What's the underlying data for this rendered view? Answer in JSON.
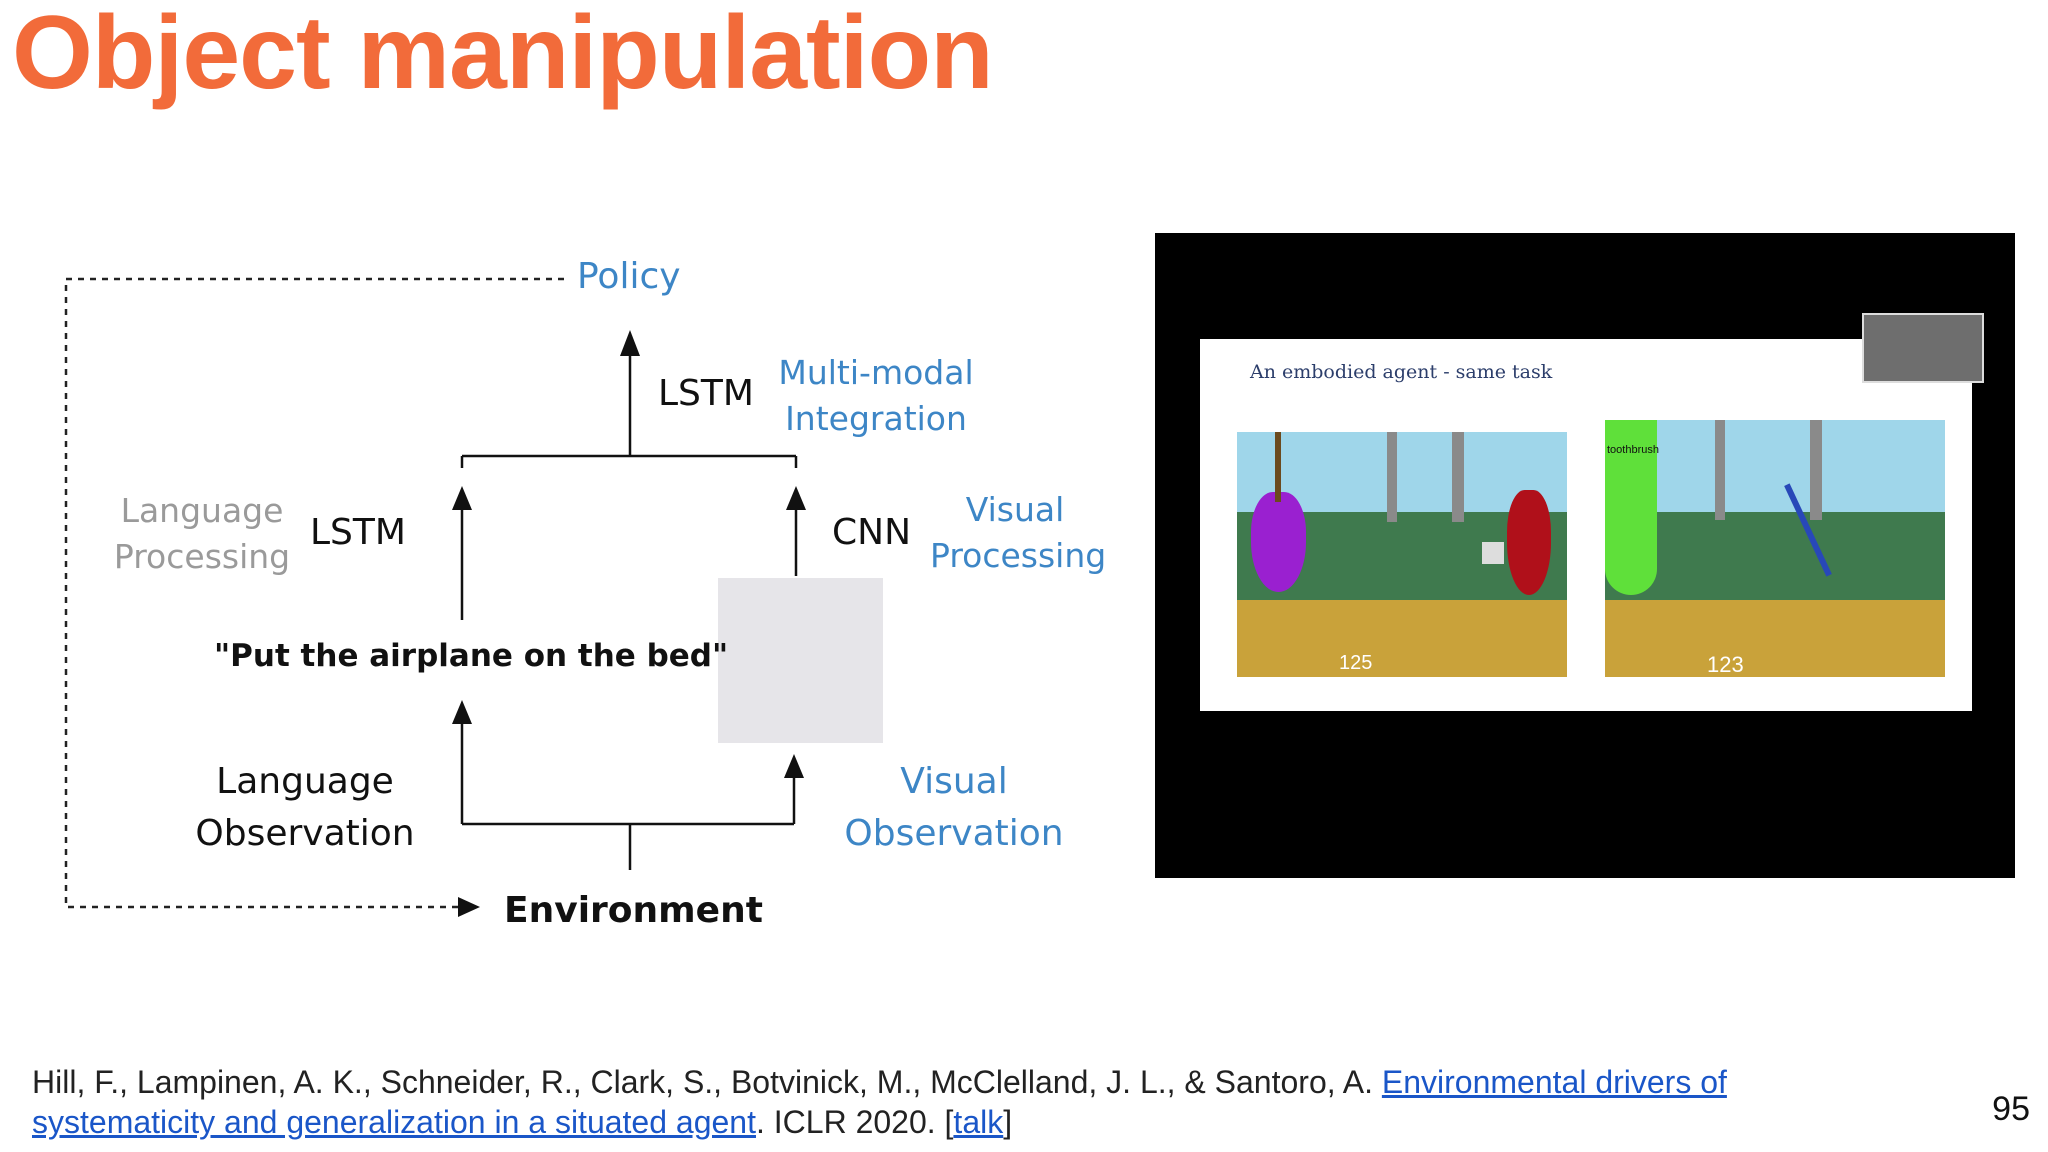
{
  "slide": {
    "title": "Object manipulation",
    "page_number": "95"
  },
  "diagram": {
    "policy": "Policy",
    "lstm_top": "LSTM",
    "multimodal_line1": "Multi-modal",
    "multimodal_line2": "Integration",
    "language_processing_line1": "Language",
    "language_processing_line2": "Processing",
    "lstm_left": "LSTM",
    "cnn": "CNN",
    "visual_processing_line1": "Visual",
    "visual_processing_line2": "Processing",
    "instruction": "\"Put the airplane on the bed\"",
    "language_observation_line1": "Language",
    "language_observation_line2": "Observation",
    "visual_observation_line1": "Visual",
    "visual_observation_line2": "Observation",
    "environment": "Environment"
  },
  "video": {
    "inner_title": "An embodied agent - same task",
    "scene2_label": "toothbrush",
    "scene1_score": "125",
    "scene2_score": "123"
  },
  "citation": {
    "authors": "Hill, F., Lampinen, A. K., Schneider, R., Clark, S., Botvinick, M., McClelland, J. L., & Santoro, A. ",
    "link_text": "Environmental drivers of systematicity and generalization in a situated agent",
    "venue": ". ICLR 2020. [",
    "talk_text": "talk",
    "close": "]"
  },
  "colors": {
    "title": "#f26b3a",
    "diagram_blue": "#3d86c6",
    "diagram_gray": "#9a9a9a",
    "link": "#1a56c8"
  }
}
